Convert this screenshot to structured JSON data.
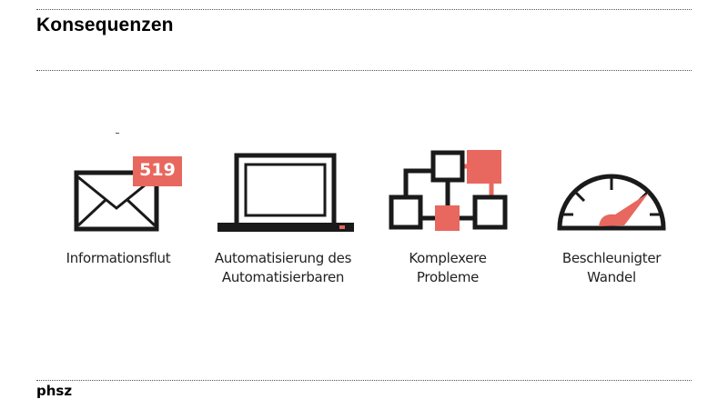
{
  "page": {
    "title": "Konsequenzen",
    "footer": "phsz"
  },
  "colors": {
    "accent": "#E8675F",
    "icon_stroke": "#1a1a1a"
  },
  "items": [
    {
      "icon": "envelope-icon",
      "badge": "519",
      "label_line1": "Informationsflut",
      "label_line2": ""
    },
    {
      "icon": "laptop-icon",
      "label_line1": "Automatisierung des",
      "label_line2": "Automatisierbaren"
    },
    {
      "icon": "network-boxes-icon",
      "label_line1": "Komplexere",
      "label_line2": "Probleme"
    },
    {
      "icon": "speedometer-icon",
      "label_line1": "Beschleunigter",
      "label_line2": "Wandel"
    }
  ]
}
